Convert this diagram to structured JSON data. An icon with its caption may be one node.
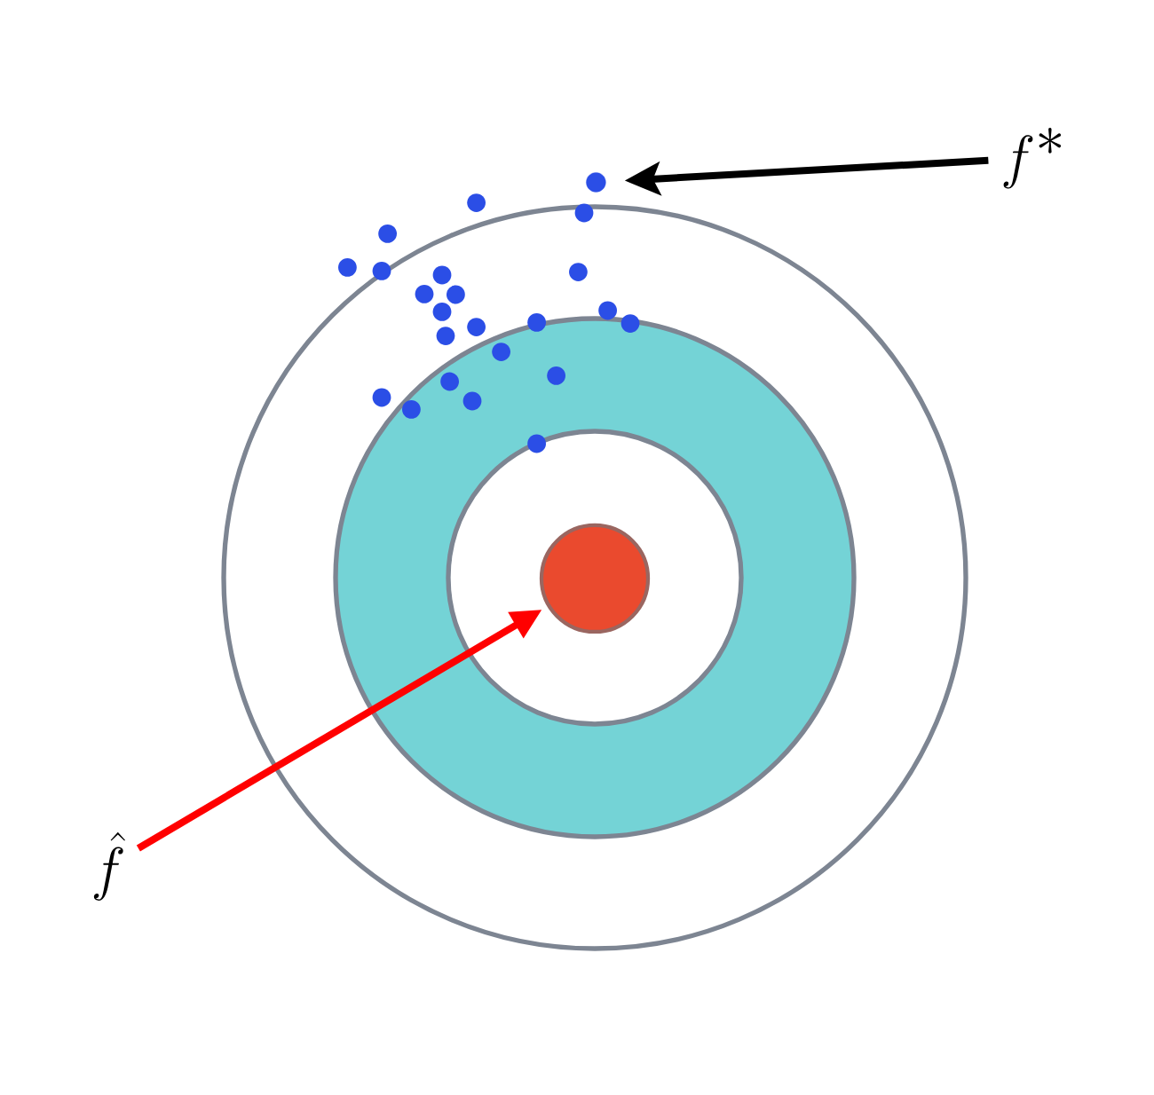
{
  "diagram": {
    "nodes": [
      {
        "text": [
          "f^*"
        ]
      },
      {
        "text": [],
        "shape": "circle"
      },
      {
        "text": [],
        "shape": "circle"
      },
      {
        "text": [
          "\\hat{f}"
        ]
      }
    ],
    "edges": [
      {
        "from": 0,
        "to": 1,
        "arrow": "to"
      },
      {
        "from": 3,
        "to": 2,
        "arrow": "to",
        "color": "#ff0000"
      }
    ]
  }
}
